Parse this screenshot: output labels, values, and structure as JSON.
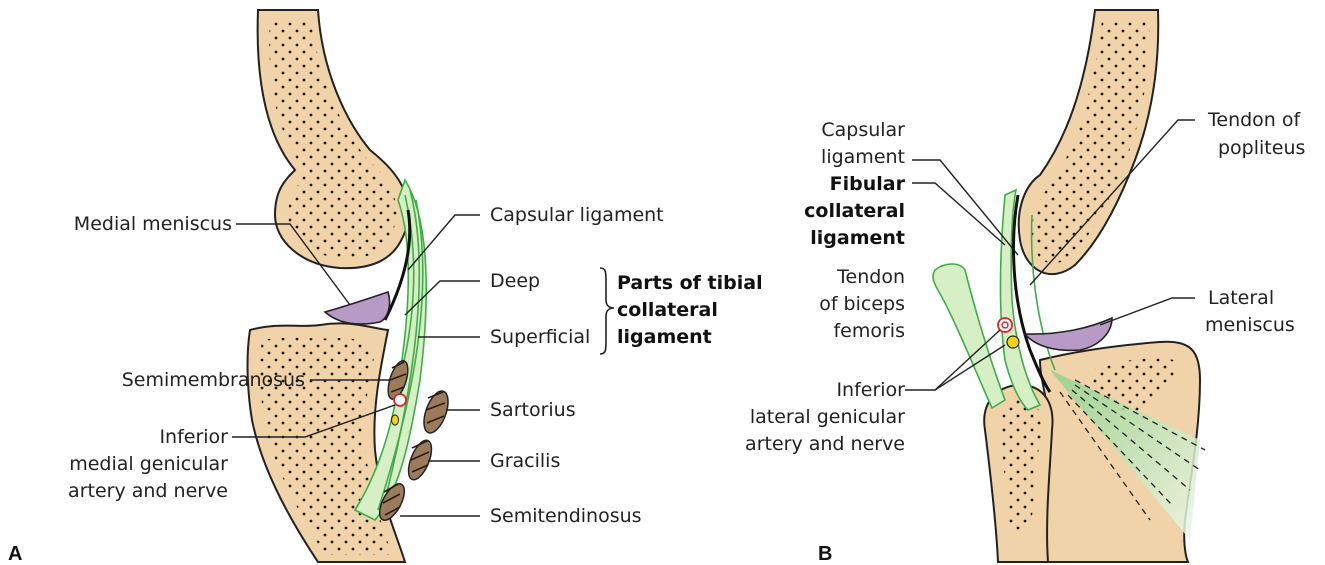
{
  "panel_a": {
    "panel_label": "A",
    "medial_meniscus": "Medial meniscus",
    "capsular_ligament": "Capsular ligament",
    "deep": "Deep",
    "superficial": "Superficial",
    "parts_line1": "Parts of tibial",
    "parts_line2": "collateral",
    "parts_line3": "ligament",
    "semimembranosus": "Semimembranosus",
    "sartorius": "Sartorius",
    "gracilis": "Gracilis",
    "semitendinosus": "Semitendinosus",
    "inferior_medial_line1": "Inferior",
    "inferior_medial_line2": "medial genicular",
    "inferior_medial_line3": "artery and nerve"
  },
  "panel_b": {
    "panel_label": "B",
    "capsular_line1": "Capsular",
    "capsular_line2": "ligament",
    "fibular_line1": "Fibular",
    "fibular_line2": "collateral",
    "fibular_line3": "ligament",
    "biceps_line1": "Tendon",
    "biceps_line2": "of biceps",
    "biceps_line3": "femoris",
    "inferior_lateral_line1": "Inferior",
    "inferior_lateral_line2": "lateral genicular",
    "inferior_lateral_line3": "artery and nerve",
    "popliteus_line1": "Tendon of",
    "popliteus_line2": "popliteus",
    "lateral_meniscus_line1": "Lateral",
    "lateral_meniscus_line2": "meniscus"
  },
  "colors": {
    "bone": "#f0d3a8",
    "ligament": "#3fae4a",
    "meniscus": "#b89ac6",
    "tendon": "#9c7b5c",
    "artery": "#d9262b",
    "nerve": "#f2d40c"
  }
}
